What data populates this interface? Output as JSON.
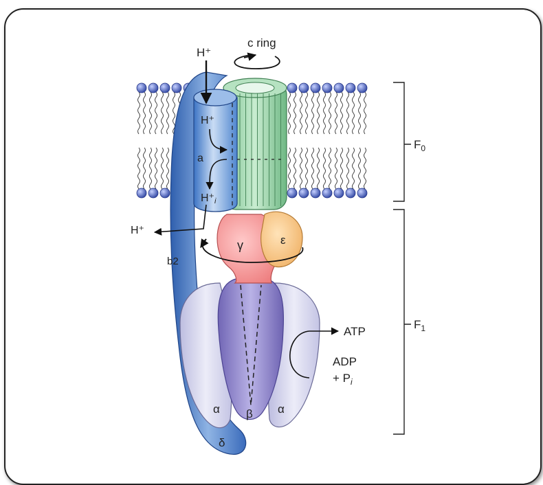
{
  "labels": {
    "c_ring": "c ring",
    "h_plus_top": "H⁺",
    "h_plus_a1": "H⁺",
    "h_plus_a2": "H⁺",
    "h_plus_a2_sub": "i",
    "h_plus_out": "H⁺",
    "subunit_a": "a",
    "subunit_b2": "b2",
    "gamma": "γ",
    "epsilon": "ε",
    "alpha_left": "α",
    "beta": "β",
    "alpha_right": "α",
    "delta": "δ",
    "atp": "ATP",
    "adp": "ADP",
    "pi": "+ P",
    "pi_sub": "i",
    "f0": "F",
    "f0_sub": "0",
    "f1": "F",
    "f1_sub": "1"
  },
  "colors": {
    "membrane_head": "#4a63b8",
    "c_ring": "#9fd3a6",
    "a_subunit": "#5b8fd1",
    "gamma": "#f29a9a",
    "epsilon": "#f5c98e",
    "alpha": "#d6d6ee",
    "beta": "#8a7fc6"
  }
}
